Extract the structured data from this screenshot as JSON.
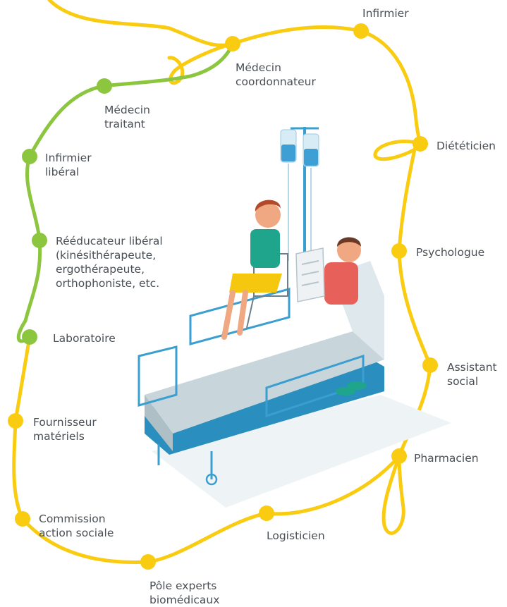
{
  "colors": {
    "yellow": "#f9cc11",
    "green": "#8cc63f",
    "label_text": "#4a4f55"
  },
  "roles": {
    "infirmier": [
      "Infirmier"
    ],
    "medecin_coordonnateur": [
      "Médecin",
      "coordonnateur"
    ],
    "medecin_traitant": [
      "Médecin",
      "traitant"
    ],
    "dieteticien": [
      "Diététicien"
    ],
    "infirmier_liberal": [
      "Infirmier",
      "libéral"
    ],
    "reeducateur_liberal": [
      "Rééducateur libéral",
      "(kinésithérapeute,",
      "ergothérapeute,",
      "orthophoniste, etc."
    ],
    "psychologue": [
      "Psychologue"
    ],
    "laboratoire": [
      "Laboratoire"
    ],
    "assistant_social": [
      "Assistant",
      "social"
    ],
    "fournisseur_materiels": [
      "Fournisseur",
      "matériels"
    ],
    "pharmacien": [
      "Pharmacien"
    ],
    "commission_action_sociale": [
      "Commission",
      "action sociale"
    ],
    "logisticien": [
      "Logisticien"
    ],
    "pole_experts": [
      "Pôle experts",
      "biomédicaux"
    ]
  }
}
